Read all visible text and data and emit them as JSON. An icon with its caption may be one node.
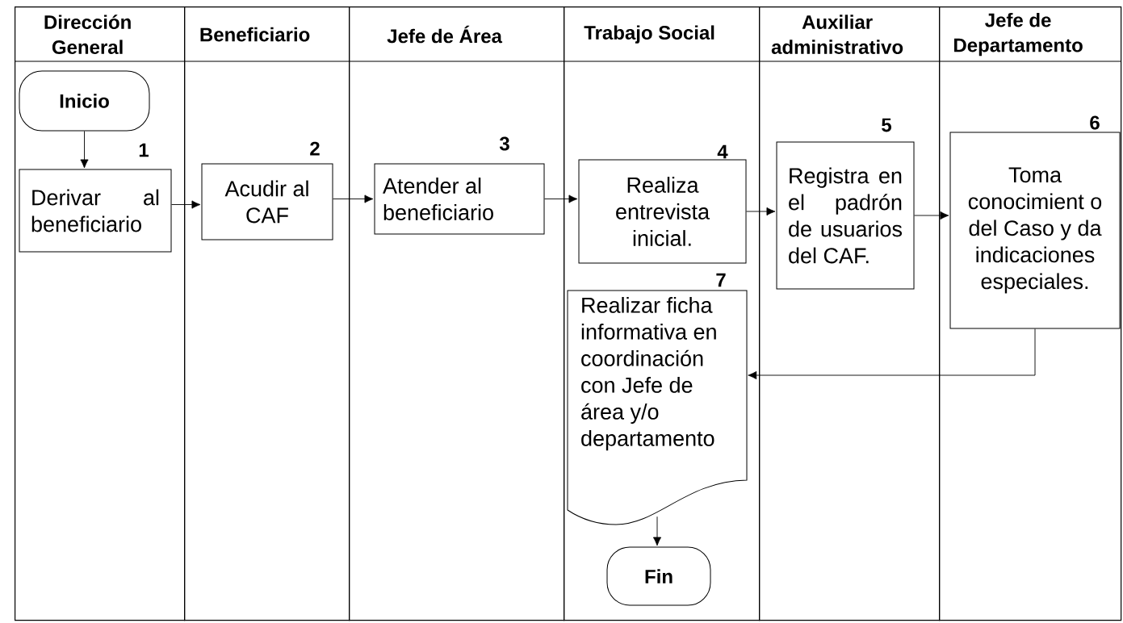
{
  "diagram": {
    "nodes": [
      {
        "text": [
          "Dirección General"
        ]
      },
      {
        "text": [
          "Beneficiario"
        ]
      },
      {
        "text": [
          "Jefe de Área"
        ]
      },
      {
        "text": [
          "Trabajo Social"
        ]
      },
      {
        "text": [
          "Auxiliar administrativo"
        ]
      },
      {
        "text": [
          "Jefe de Departamento"
        ]
      },
      {
        "text": [
          "Inicio"
        ],
        "in": 0
      },
      {
        "text": [
          "Derivar al beneficiario"
        ],
        "beside": [
          "1"
        ],
        "in": 0
      },
      {
        "text": [
          "Acudir al CAF"
        ],
        "beside": [
          "2"
        ],
        "in": 1
      },
      {
        "text": [
          "Atender al beneficiario"
        ],
        "beside": [
          "3"
        ],
        "in": 2
      },
      {
        "text": [
          "Realiza entrevista inicial."
        ],
        "beside": [
          "4"
        ],
        "in": 3
      },
      {
        "text": [
          "Registra en el padrón de usuarios del CAF."
        ],
        "beside": [
          "5"
        ],
        "in": 4
      },
      {
        "text": [
          "Toma conocimient o del Caso y da indicaciones especiales."
        ],
        "beside": [
          "6"
        ],
        "in": 5
      },
      {
        "text": [
          "Realizar ficha informativa en coordinación con Jefe de área y/o departamento"
        ],
        "beside": [
          "7"
        ],
        "in": 3
      },
      {
        "text": [
          "Fin"
        ],
        "in": 3
      }
    ],
    "edges": [
      {
        "from": 6,
        "to": 7,
        "arrow": "to"
      },
      {
        "from": 7,
        "to": 8,
        "arrow": "to"
      },
      {
        "from": 8,
        "to": 9,
        "arrow": "to"
      },
      {
        "from": 9,
        "to": 10,
        "arrow": "to"
      },
      {
        "from": 10,
        "to": 11,
        "arrow": "to"
      },
      {
        "from": 11,
        "to": 12,
        "arrow": "to"
      },
      {
        "from": 12,
        "to": 13,
        "arrow": "to"
      },
      {
        "from": 13,
        "to": 14,
        "arrow": "to"
      }
    ]
  }
}
